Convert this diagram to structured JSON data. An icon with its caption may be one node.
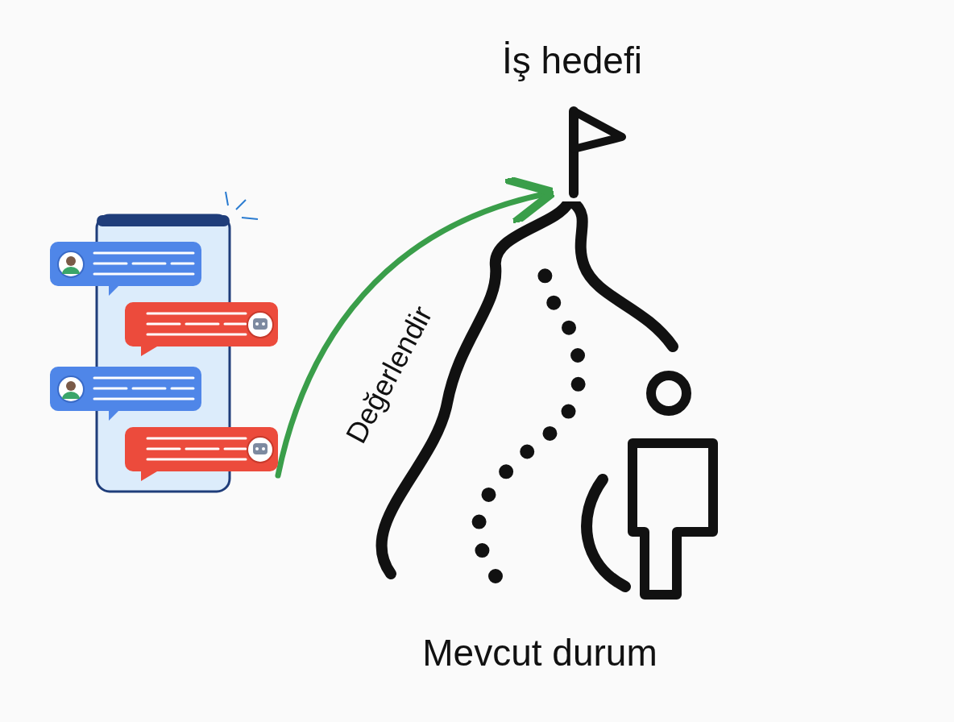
{
  "diagram": {
    "nodes": [
      {
        "text": [
          "İş hedefi"
        ]
      },
      {
        "text": [],
        "shape": "picture"
      },
      {
        "text": [],
        "shape": "picture"
      },
      {
        "text": [
          "Mevcut durum"
        ]
      }
    ],
    "edges": [
      {
        "from": 1,
        "to": 2,
        "arrow": "to",
        "label": "Değerlendir",
        "color": "#3a9e4a"
      }
    ]
  }
}
